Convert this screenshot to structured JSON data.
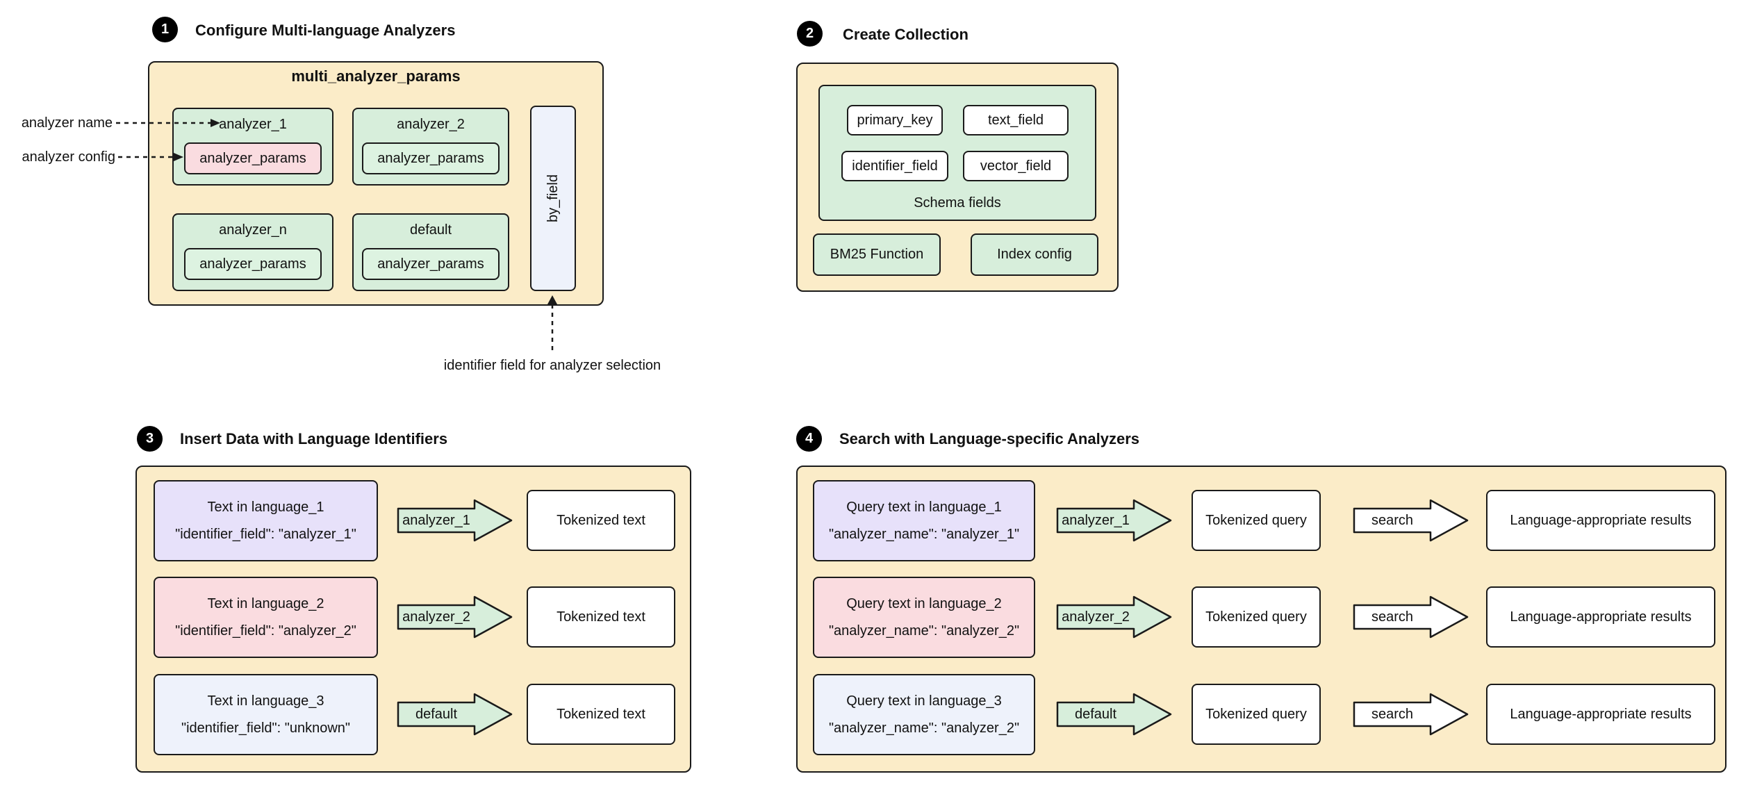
{
  "palette": {
    "panel_bg": "#fbecc8",
    "green_box": "#d7eedb",
    "green_inner": "#ddf3e1",
    "lavender_box": "#e7e1fa",
    "pink_box": "#fadce0",
    "blue_box": "#eef2fb",
    "border": "#1a1a1a",
    "badge_bg": "#000000"
  },
  "steps": {
    "s1": {
      "badge": "1",
      "title": "Configure Multi-language Analyzers",
      "panel_title": "multi_analyzer_params",
      "analyzers": [
        {
          "name": "analyzer_1",
          "config": "analyzer_params"
        },
        {
          "name": "analyzer_2",
          "config": "analyzer_params"
        },
        {
          "name": "analyzer_n",
          "config": "analyzer_params"
        },
        {
          "name": "default",
          "config": "analyzer_params"
        }
      ],
      "by_field": "by_field",
      "label_analyzer_name": "analyzer name",
      "label_analyzer_config": "analyzer config",
      "identifier_note": "identifier field for analyzer selection"
    },
    "s2": {
      "badge": "2",
      "title": "Create Collection",
      "fields": [
        "primary_key",
        "text_field",
        "identifier_field",
        "vector_field"
      ],
      "schema_label": "Schema fields",
      "bm25": "BM25 Function",
      "index": "Index config"
    },
    "s3": {
      "badge": "3",
      "title": "Insert Data with Language Identifiers",
      "rows": [
        {
          "line1": "Text in language_1",
          "line2": "\"identifier_field\": \"analyzer_1\"",
          "arrow": "analyzer_1",
          "result": "Tokenized text"
        },
        {
          "line1": "Text in language_2",
          "line2": "\"identifier_field\": \"analyzer_2\"",
          "arrow": "analyzer_2",
          "result": "Tokenized text"
        },
        {
          "line1": "Text in language_3",
          "line2": "\"identifier_field\": \"unknown\"",
          "arrow": "default",
          "result": "Tokenized text"
        }
      ]
    },
    "s4": {
      "badge": "4",
      "title": "Search with Language-specific Analyzers",
      "rows": [
        {
          "line1": "Query text in language_1",
          "line2": "\"analyzer_name\": \"analyzer_1\"",
          "arrow": "analyzer_1",
          "tokenized": "Tokenized query",
          "search": "search",
          "result": "Language-appropriate results"
        },
        {
          "line1": "Query text in language_2",
          "line2": "\"analyzer_name\": \"analyzer_2\"",
          "arrow": "analyzer_2",
          "tokenized": "Tokenized query",
          "search": "search",
          "result": "Language-appropriate results"
        },
        {
          "line1": "Query text in language_3",
          "line2": "\"analyzer_name\": \"analyzer_2\"",
          "arrow": "default",
          "tokenized": "Tokenized query",
          "search": "search",
          "result": "Language-appropriate results"
        }
      ]
    }
  }
}
